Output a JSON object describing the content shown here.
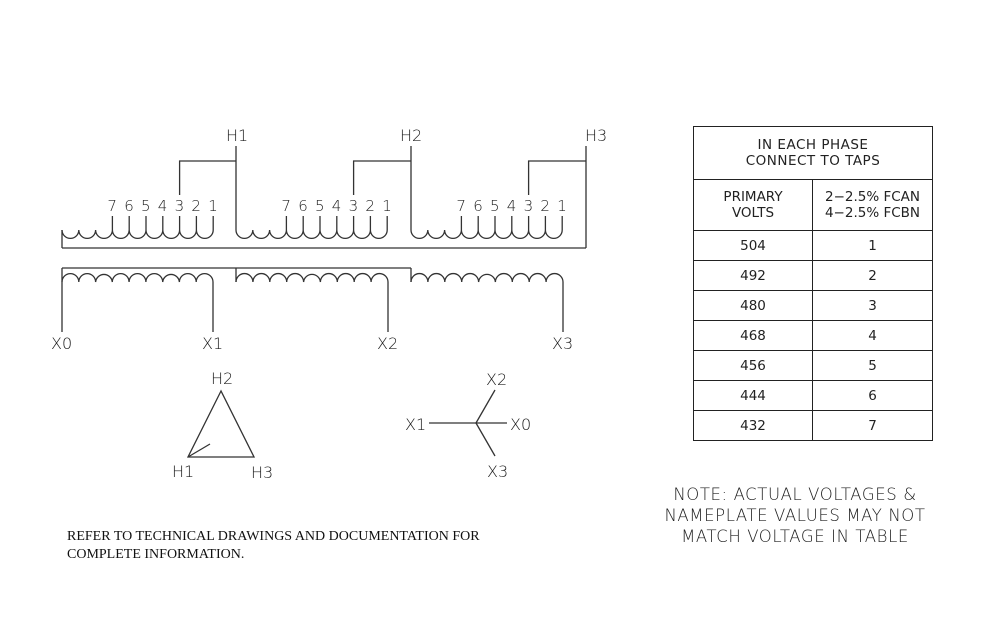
{
  "primary": {
    "terminals": [
      "H1",
      "H2",
      "H3"
    ],
    "tap_labels": [
      "7",
      "6",
      "5",
      "4",
      "3",
      "2",
      "1"
    ],
    "connected_tap": "3"
  },
  "secondary": {
    "terminals": [
      "X0",
      "X1",
      "X2",
      "X3"
    ]
  },
  "delta": {
    "labels": {
      "top": "H2",
      "left": "H1",
      "right": "H3"
    }
  },
  "wye": {
    "labels": {
      "top": "X2",
      "left": "X1",
      "right": "X0",
      "bottom": "X3"
    }
  },
  "tap_table": {
    "title_line1": "IN EACH PHASE",
    "title_line2": "CONNECT TO TAPS",
    "col1_line1": "PRIMARY",
    "col1_line2": "VOLTS",
    "col2_line1": "2−2.5%  FCAN",
    "col2_line2": "4−2.5%  FCBN",
    "rows": [
      {
        "volts": "504",
        "tap": "1"
      },
      {
        "volts": "492",
        "tap": "2"
      },
      {
        "volts": "480",
        "tap": "3"
      },
      {
        "volts": "468",
        "tap": "4"
      },
      {
        "volts": "456",
        "tap": "5"
      },
      {
        "volts": "444",
        "tap": "6"
      },
      {
        "volts": "432",
        "tap": "7"
      }
    ]
  },
  "note": {
    "line1": "NOTE: ACTUAL VOLTAGES &",
    "line2": "NAMEPLATE VALUES MAY NOT",
    "line3": "MATCH VOLTAGE IN TABLE"
  },
  "refer": {
    "line1": "REFER TO TECHNICAL DRAWINGS AND DOCUMENTATION FOR",
    "line2": "COMPLETE INFORMATION."
  }
}
